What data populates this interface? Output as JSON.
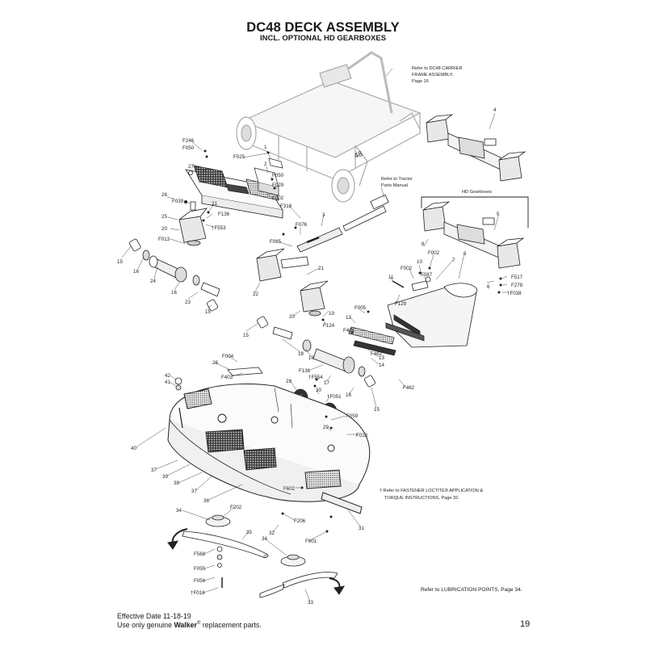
{
  "header": {
    "title": "DC48 DECK ASSEMBLY",
    "subtitle": "INCL. OPTIONAL HD GEARBOXES"
  },
  "notes": {
    "carrier_ref": [
      "Refer to DC48 CARRIER",
      "FRAME ASSEMBLY,",
      "Page 16"
    ],
    "tractor_ref": [
      "Refer to Tractor",
      "Parts Manual"
    ],
    "hd_gearboxes": "HD Gearboxes",
    "fastener_ref_1": "† Refer to FASTENER LOCTITE® APPLICATION &",
    "fastener_ref_2": "TORQUE INSTRUCTIONS, Page 32.",
    "lubrication_ref": "Refer to LUBRICATION POINTS, Page 34."
  },
  "footer": {
    "effective_date": "Effective Date 11-18-19",
    "use_prefix": "Use only genuine ",
    "brand": "Walker",
    "reg": "®",
    "use_suffix": " replacement parts.",
    "page_number": "19"
  },
  "callouts": [
    {
      "id": "c-f246",
      "text": "F246"
    },
    {
      "id": "c-f050a",
      "text": "F050"
    },
    {
      "id": "c-f025",
      "text": "F025"
    },
    {
      "id": "c-1",
      "text": "1"
    },
    {
      "id": "c-2",
      "text": "2"
    },
    {
      "id": "c-27",
      "text": "27"
    },
    {
      "id": "c-f050b",
      "text": "F050"
    },
    {
      "id": "c-f029",
      "text": "F029"
    },
    {
      "id": "c-f002a",
      "text": "F002"
    },
    {
      "id": "c-26",
      "text": "26"
    },
    {
      "id": "c-f039a",
      "text": "F039"
    },
    {
      "id": "c-21a",
      "text": "21"
    },
    {
      "id": "c-f136a",
      "text": "F136"
    },
    {
      "id": "c-25",
      "text": "25"
    },
    {
      "id": "c-20a",
      "text": "20"
    },
    {
      "id": "c-f553",
      "text": "†F553"
    },
    {
      "id": "c-f013a",
      "text": "F013"
    },
    {
      "id": "c-f318",
      "text": "F318"
    },
    {
      "id": "c-f076",
      "text": "F076"
    },
    {
      "id": "c-3",
      "text": "3"
    },
    {
      "id": "c-f065",
      "text": "F065"
    },
    {
      "id": "c-4",
      "text": "4"
    },
    {
      "id": "c-5",
      "text": "5"
    },
    {
      "id": "c-8",
      "text": "8"
    },
    {
      "id": "c-f002b",
      "text": "F002"
    },
    {
      "id": "c-10",
      "text": "10"
    },
    {
      "id": "c-7",
      "text": "7"
    },
    {
      "id": "c-9",
      "text": "9"
    },
    {
      "id": "c-f002c",
      "text": "F002"
    },
    {
      "id": "c-f087",
      "text": "F087"
    },
    {
      "id": "c-11",
      "text": "11"
    },
    {
      "id": "c-f129",
      "text": "F129"
    },
    {
      "id": "c-6",
      "text": "6"
    },
    {
      "id": "c-f517",
      "text": "F517"
    },
    {
      "id": "c-f278",
      "text": "F278"
    },
    {
      "id": "c-f038",
      "text": "†F038"
    },
    {
      "id": "c-15a",
      "text": "15"
    },
    {
      "id": "c-16a",
      "text": "16"
    },
    {
      "id": "c-24",
      "text": "24"
    },
    {
      "id": "c-16b",
      "text": "16"
    },
    {
      "id": "c-23",
      "text": "23"
    },
    {
      "id": "c-15b",
      "text": "15"
    },
    {
      "id": "c-22",
      "text": "22"
    },
    {
      "id": "c-21b",
      "text": "21"
    },
    {
      "id": "c-20b",
      "text": "20"
    },
    {
      "id": "c-19",
      "text": "19"
    },
    {
      "id": "c-f124",
      "text": "F124"
    },
    {
      "id": "c-15c",
      "text": "15"
    },
    {
      "id": "c-f005",
      "text": "F005"
    },
    {
      "id": "c-12",
      "text": "12"
    },
    {
      "id": "c-f426",
      "text": "F426"
    },
    {
      "id": "c-f462a",
      "text": "F462"
    },
    {
      "id": "c-18",
      "text": "18"
    },
    {
      "id": "c-16c",
      "text": "16"
    },
    {
      "id": "c-13",
      "text": "13"
    },
    {
      "id": "c-14",
      "text": "14"
    },
    {
      "id": "c-f004",
      "text": "F004"
    },
    {
      "id": "c-28",
      "text": "28"
    },
    {
      "id": "c-f403",
      "text": "F403"
    },
    {
      "id": "c-f136b",
      "text": "F136"
    },
    {
      "id": "c-f554",
      "text": "†F554"
    },
    {
      "id": "c-17",
      "text": "17"
    },
    {
      "id": "c-42",
      "text": "42"
    },
    {
      "id": "c-41",
      "text": "41"
    },
    {
      "id": "c-29a",
      "text": "29"
    },
    {
      "id": "c-30",
      "text": "30"
    },
    {
      "id": "c-f051",
      "text": "†F051"
    },
    {
      "id": "c-16d",
      "text": "16"
    },
    {
      "id": "c-15d",
      "text": "15"
    },
    {
      "id": "c-f462b",
      "text": "F462"
    },
    {
      "id": "c-f059",
      "text": "F059"
    },
    {
      "id": "c-29b",
      "text": "29"
    },
    {
      "id": "c-f013b",
      "text": "F013"
    },
    {
      "id": "c-40",
      "text": "40"
    },
    {
      "id": "c-37a",
      "text": "37"
    },
    {
      "id": "c-39",
      "text": "39"
    },
    {
      "id": "c-38",
      "text": "38"
    },
    {
      "id": "c-37b",
      "text": "37"
    },
    {
      "id": "c-36",
      "text": "36"
    },
    {
      "id": "c-f602",
      "text": "F602"
    },
    {
      "id": "c-34a",
      "text": "34"
    },
    {
      "id": "c-f202",
      "text": "F202"
    },
    {
      "id": "c-f206",
      "text": "F206"
    },
    {
      "id": "c-32",
      "text": "32"
    },
    {
      "id": "c-31",
      "text": "31"
    },
    {
      "id": "c-35",
      "text": "35"
    },
    {
      "id": "c-f601",
      "text": "F601"
    },
    {
      "id": "c-f568",
      "text": "F568"
    },
    {
      "id": "c-f055",
      "text": "F055"
    },
    {
      "id": "c-f056",
      "text": "F056"
    },
    {
      "id": "c-f018",
      "text": "†F018"
    },
    {
      "id": "c-34b",
      "text": "34"
    },
    {
      "id": "c-33",
      "text": "33"
    }
  ]
}
